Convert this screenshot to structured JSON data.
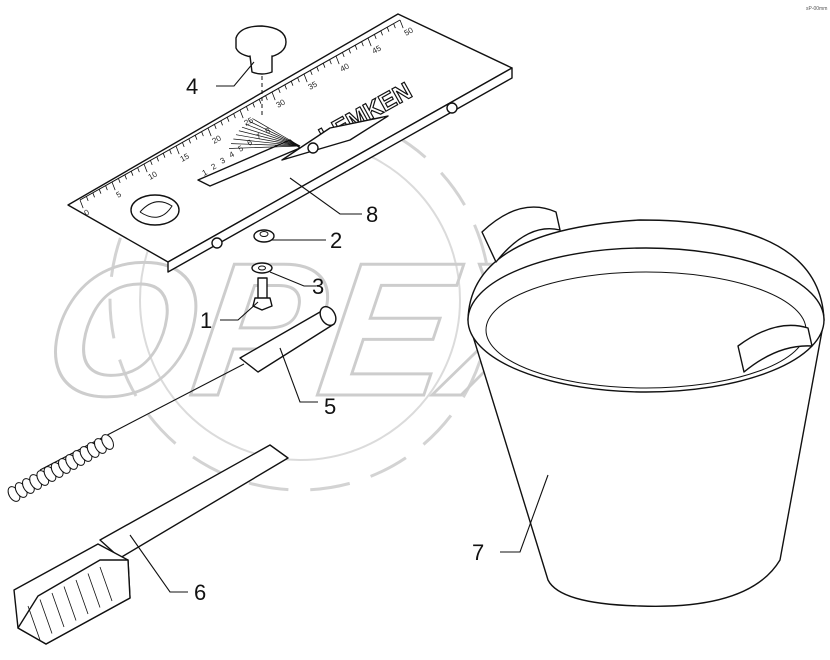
{
  "corner_code": "sP-00mm",
  "watermark": "OPEX",
  "brand_label": "LEMKEN",
  "scale_numbers": [
    "0",
    "5",
    "10",
    "15",
    "20",
    "25",
    "30",
    "35",
    "40",
    "45",
    "50"
  ],
  "angle_numbers": [
    "1",
    "2",
    "3",
    "4",
    "5",
    "6",
    "7",
    "8"
  ],
  "callouts": [
    {
      "id": "1",
      "label": "1"
    },
    {
      "id": "2",
      "label": "2"
    },
    {
      "id": "3",
      "label": "3"
    },
    {
      "id": "4",
      "label": "4"
    },
    {
      "id": "5",
      "label": "5"
    },
    {
      "id": "6",
      "label": "6"
    },
    {
      "id": "7",
      "label": "7"
    },
    {
      "id": "8",
      "label": "8"
    }
  ]
}
